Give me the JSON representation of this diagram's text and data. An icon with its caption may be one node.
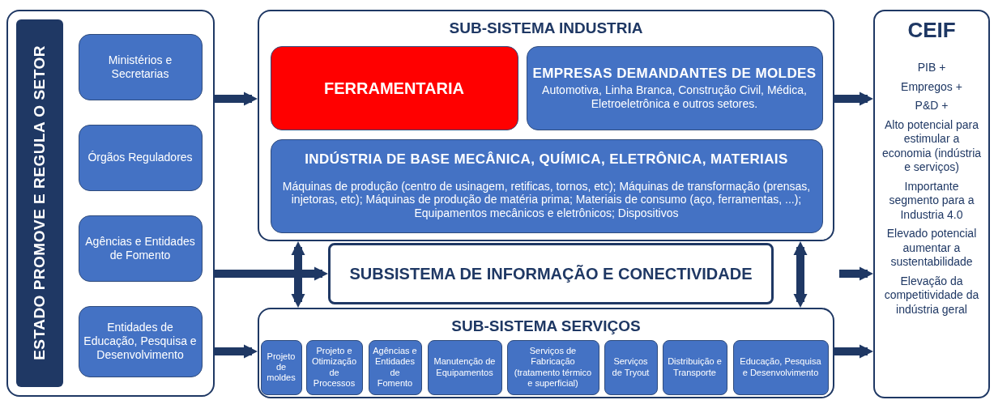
{
  "diagram": {
    "nodes": [
      {
        "text": [],
        "shape": "box"
      },
      {
        "text": [
          "ESTADO PROMOVE E REGULA O SETOR"
        ],
        "in": 0
      },
      {
        "text": [
          "Ministérios e Secretarias"
        ],
        "in": 0
      },
      {
        "text": [
          "Órgãos Reguladores"
        ],
        "in": 0
      },
      {
        "text": [
          "Agências e Entidades de Fomento"
        ],
        "in": 0
      },
      {
        "text": [
          "Entidades de Educação, Pesquisa e Desenvolvimento"
        ],
        "in": 0
      },
      {
        "text": [
          "SUB-SISTEMA INDUSTRIA"
        ]
      },
      {
        "text": [
          "FERRAMENTARIA"
        ],
        "in": 6
      },
      {
        "text": [
          "EMPRESAS DEMANDANTES DE MOLDES",
          "Automotiva, Linha Branca, Construção Civil, Médica, Eletroeletrônica e outros setores."
        ],
        "in": 6
      },
      {
        "text": [
          "INDÚSTRIA DE BASE MECÂNICA, QUÍMICA, ELETRÔNICA, MATERIAIS",
          "Máquinas de produção (centro de usinagem, retificas, tornos, etc); Máquinas de transformação (prensas, injetoras, etc); Máquinas de produção de matéria prima; Materiais de consumo (aço, ferramentas, ...); Equipamentos mecânicos e eletrônicos; Dispositivos"
        ],
        "in": 6
      },
      {
        "text": [
          "SUBSISTEMA DE INFORMAÇÃO E CONECTIVIDADE"
        ]
      },
      {
        "text": [
          "SUB-SISTEMA SERVIÇOS"
        ]
      },
      {
        "text": [
          "Projeto de moldes"
        ],
        "in": 11
      },
      {
        "text": [
          "Projeto e Otimização de Processos"
        ],
        "in": 11
      },
      {
        "text": [
          "Agências e Entidades de Fomento"
        ],
        "in": 11
      },
      {
        "text": [
          "Manutenção de Equipamentos"
        ],
        "in": 11
      },
      {
        "text": [
          "Serviços de Fabricação (tratamento térmico e superficial)"
        ],
        "in": 11
      },
      {
        "text": [
          "Serviços de Tryout"
        ],
        "in": 11
      },
      {
        "text": [
          "Distribuição e Transporte"
        ],
        "in": 11
      },
      {
        "text": [
          "Educação, Pesquisa e Desenvolvimento"
        ],
        "in": 11
      },
      {
        "text": [
          "CEIF",
          "PIB +",
          "Empregos +",
          "P&D +",
          "Alto potencial para estimular a economia (indústria e serviços)",
          "Importante segmento para a Industria 4.0",
          "Elevado potencial aumentar a sustentabilidade",
          "Elevação da competitividade da indústria geral"
        ]
      }
    ],
    "edges": [
      {
        "from": 0,
        "to": 6,
        "arrow": "to"
      },
      {
        "from": 0,
        "to": 10,
        "arrow": "to"
      },
      {
        "from": 0,
        "to": 11,
        "arrow": "to"
      },
      {
        "from": 6,
        "to": 11,
        "arrow": "both"
      },
      {
        "from": 6,
        "to": 11,
        "arrow": "both"
      },
      {
        "from": 6,
        "to": 20,
        "arrow": "to"
      },
      {
        "from": null,
        "to": 20,
        "arrow": "to"
      },
      {
        "from": 11,
        "to": 20,
        "arrow": "to"
      }
    ]
  }
}
